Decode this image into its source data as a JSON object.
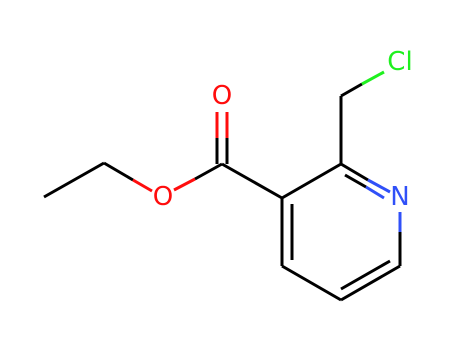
{
  "molecule": {
    "atoms": {
      "oxygen_carbonyl": "O",
      "oxygen_ester": "O",
      "nitrogen": "N",
      "chlorine": "Cl"
    },
    "colors": {
      "bond": "#000000",
      "oxygen": "#ff0d0d",
      "nitrogen": "#3050f8",
      "chlorine": "#1ff01f"
    }
  }
}
